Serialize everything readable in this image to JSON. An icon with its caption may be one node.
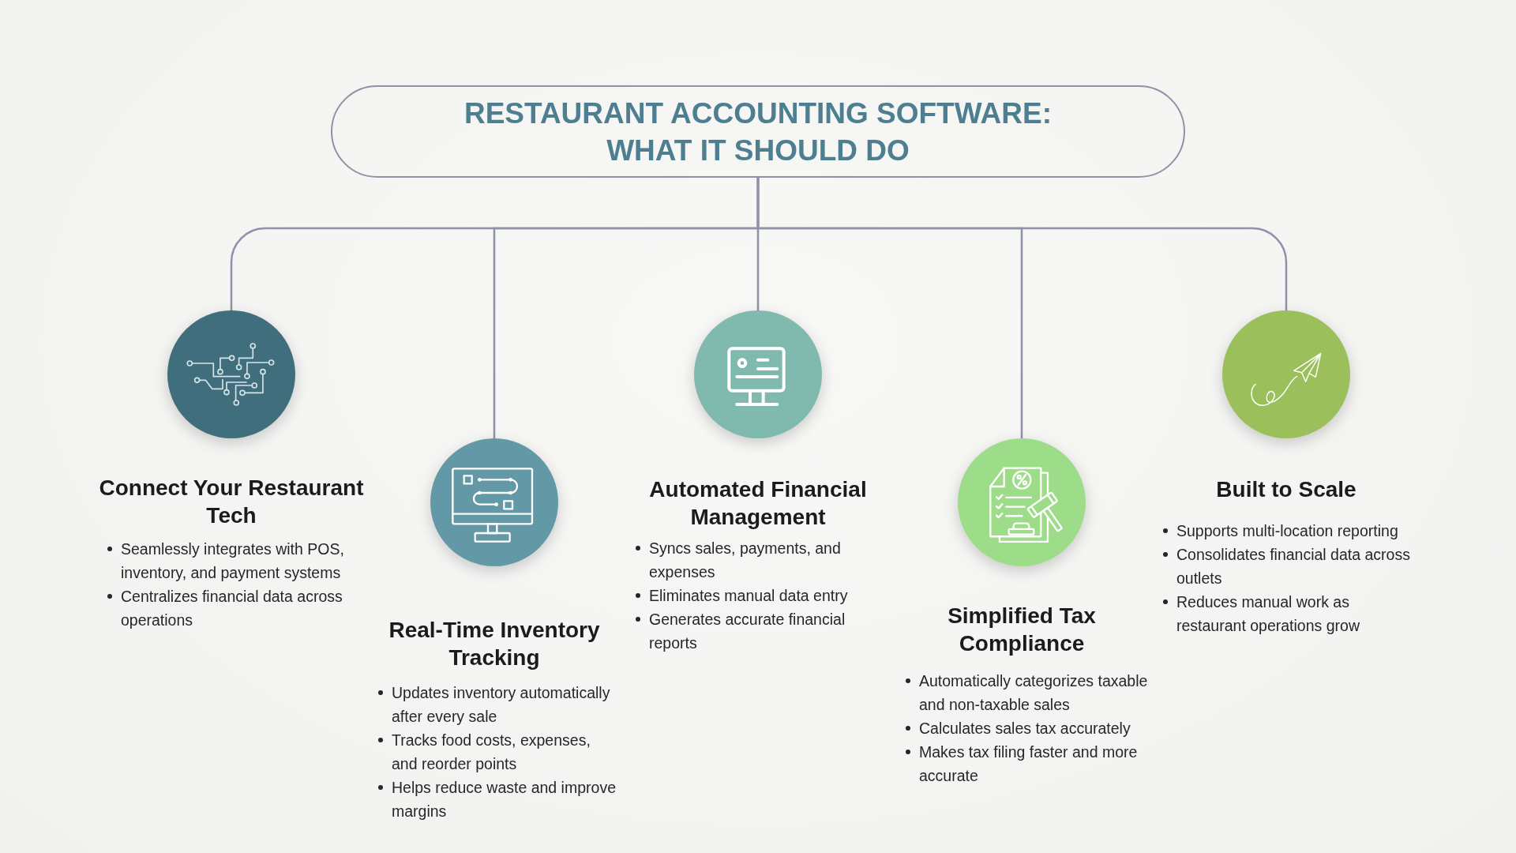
{
  "diagram": {
    "nodes": [
      {
        "text": [
          "RESTAURANT ACCOUNTING SOFTWARE: WHAT IT SHOULD DO"
        ]
      },
      {
        "text": [
          "Connect Your Restaurant Tech",
          "Seamlessly integrates with POS, inventory, and payment systems",
          "Centralizes financial data across operations"
        ]
      },
      {
        "text": [
          "Real-Time Inventory Tracking",
          "Updates inventory automatically after every sale",
          "Tracks food costs, expenses, and reorder points",
          "Helps reduce waste and improve margins"
        ]
      },
      {
        "text": [
          "Automated Financial Management",
          "Syncs sales, payments, and expenses",
          "Eliminates manual data entry",
          "Generates accurate financial reports"
        ]
      },
      {
        "text": [
          "Simplified Tax Compliance",
          "Automatically categorizes taxable and non-taxable sales",
          "Calculates sales tax accurately",
          "Makes tax filing faster and more accurate"
        ]
      },
      {
        "text": [
          "Built to Scale",
          "Supports multi-location reporting",
          "Consolidates financial data across outlets",
          "Reduces manual work as restaurant operations grow"
        ]
      }
    ],
    "edges": [
      {
        "from": 0,
        "to": 1,
        "arrow": "none"
      },
      {
        "from": 0,
        "to": 2,
        "arrow": "none"
      },
      {
        "from": 0,
        "to": 3,
        "arrow": "none"
      },
      {
        "from": 0,
        "to": 4,
        "arrow": "none"
      },
      {
        "from": 0,
        "to": 5,
        "arrow": "none"
      }
    ]
  }
}
